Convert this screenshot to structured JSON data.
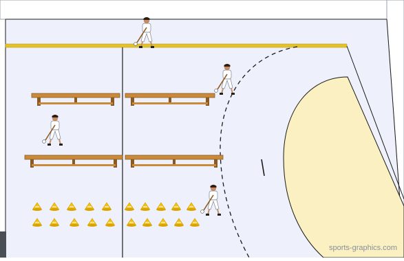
{
  "watermark": "sports-graphics.com",
  "colors": {
    "court": "#eef1fb",
    "wall": "#ffffff",
    "line": "#1a1a1a",
    "board": "#e3c22b",
    "goal_area": "#faf0c2",
    "bench": "#c98a3c",
    "bench_dark": "#8a5a24",
    "cone": "#f2c218",
    "cone_base": "#d9a400",
    "player_shirt": "#ffffff",
    "player_skin": "#c98c5e",
    "player_hair": "#2b1d14"
  },
  "icons": {
    "player": "field-hockey-player-icon",
    "bench": "wooden-bench-icon",
    "cone": "training-cone-icon",
    "ball": "ball-icon"
  },
  "drill": {
    "players": 4,
    "benches": 4,
    "cones_per_group": 10,
    "cone_groups": 2
  }
}
